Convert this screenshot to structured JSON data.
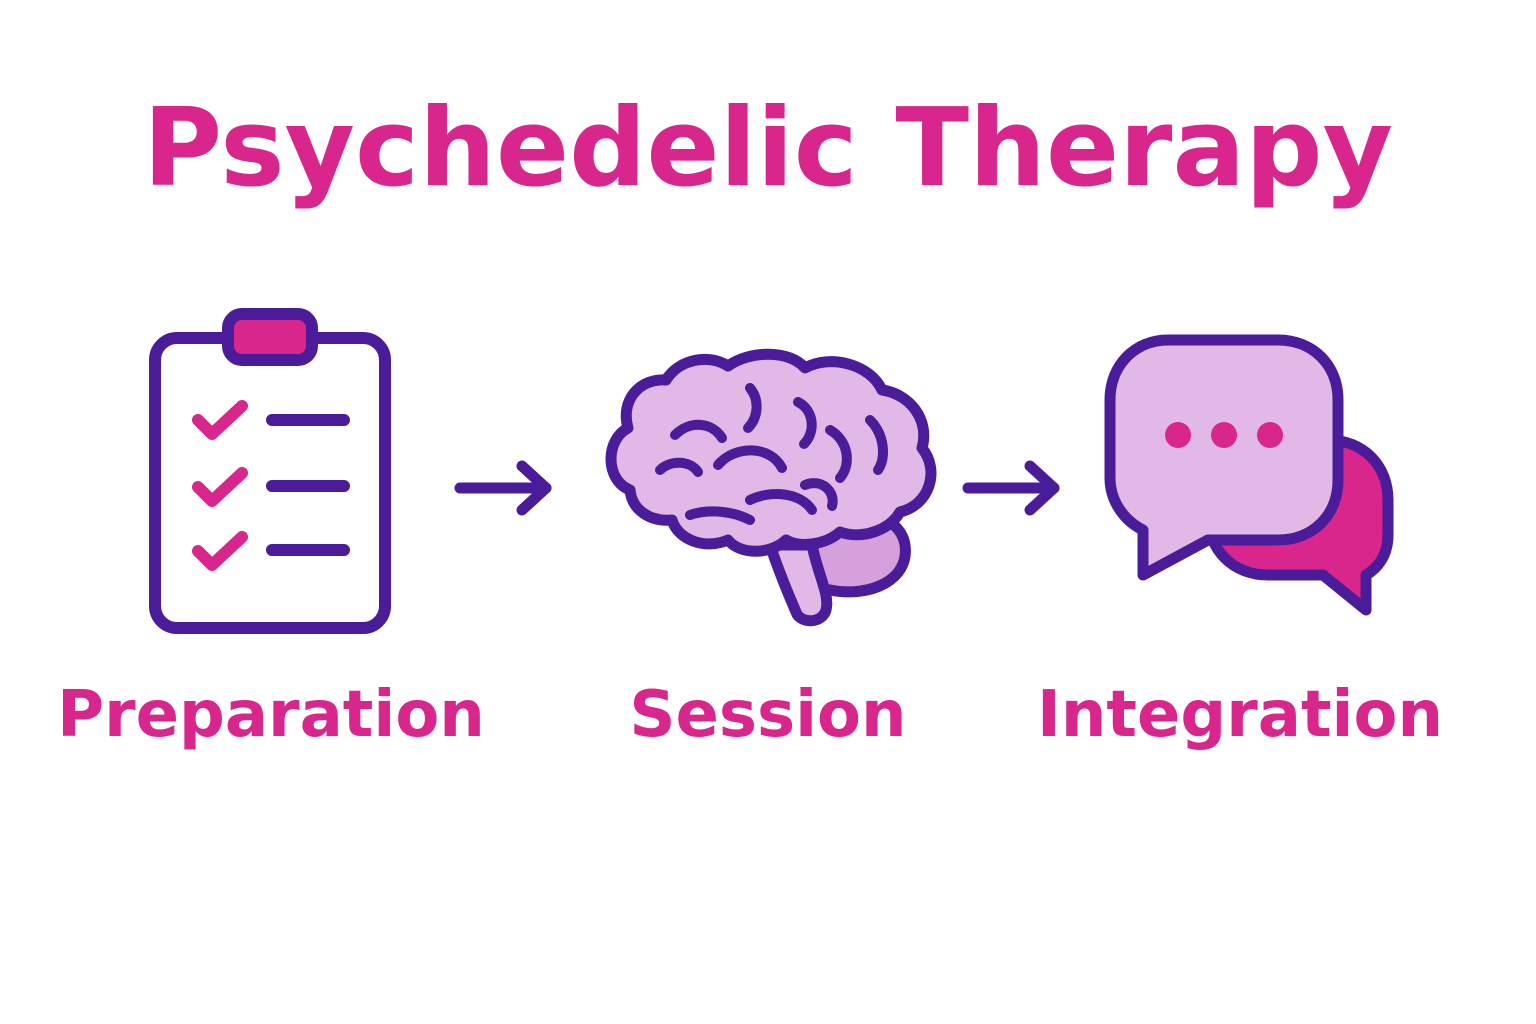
{
  "title": "Psychedelic Therapy",
  "steps": [
    {
      "label": "Preparation",
      "icon": "clipboard-checklist-icon"
    },
    {
      "label": "Session",
      "icon": "brain-icon"
    },
    {
      "label": "Integration",
      "icon": "speech-bubbles-icon"
    }
  ],
  "connectors": [
    "arrow-right-icon",
    "arrow-right-icon"
  ],
  "colors": {
    "accent": "#D9268C",
    "outline": "#4A1C99",
    "fill_light": "#E2B8E6",
    "fill_dark": "#D6A0DC",
    "background": "#FFFFFF"
  }
}
